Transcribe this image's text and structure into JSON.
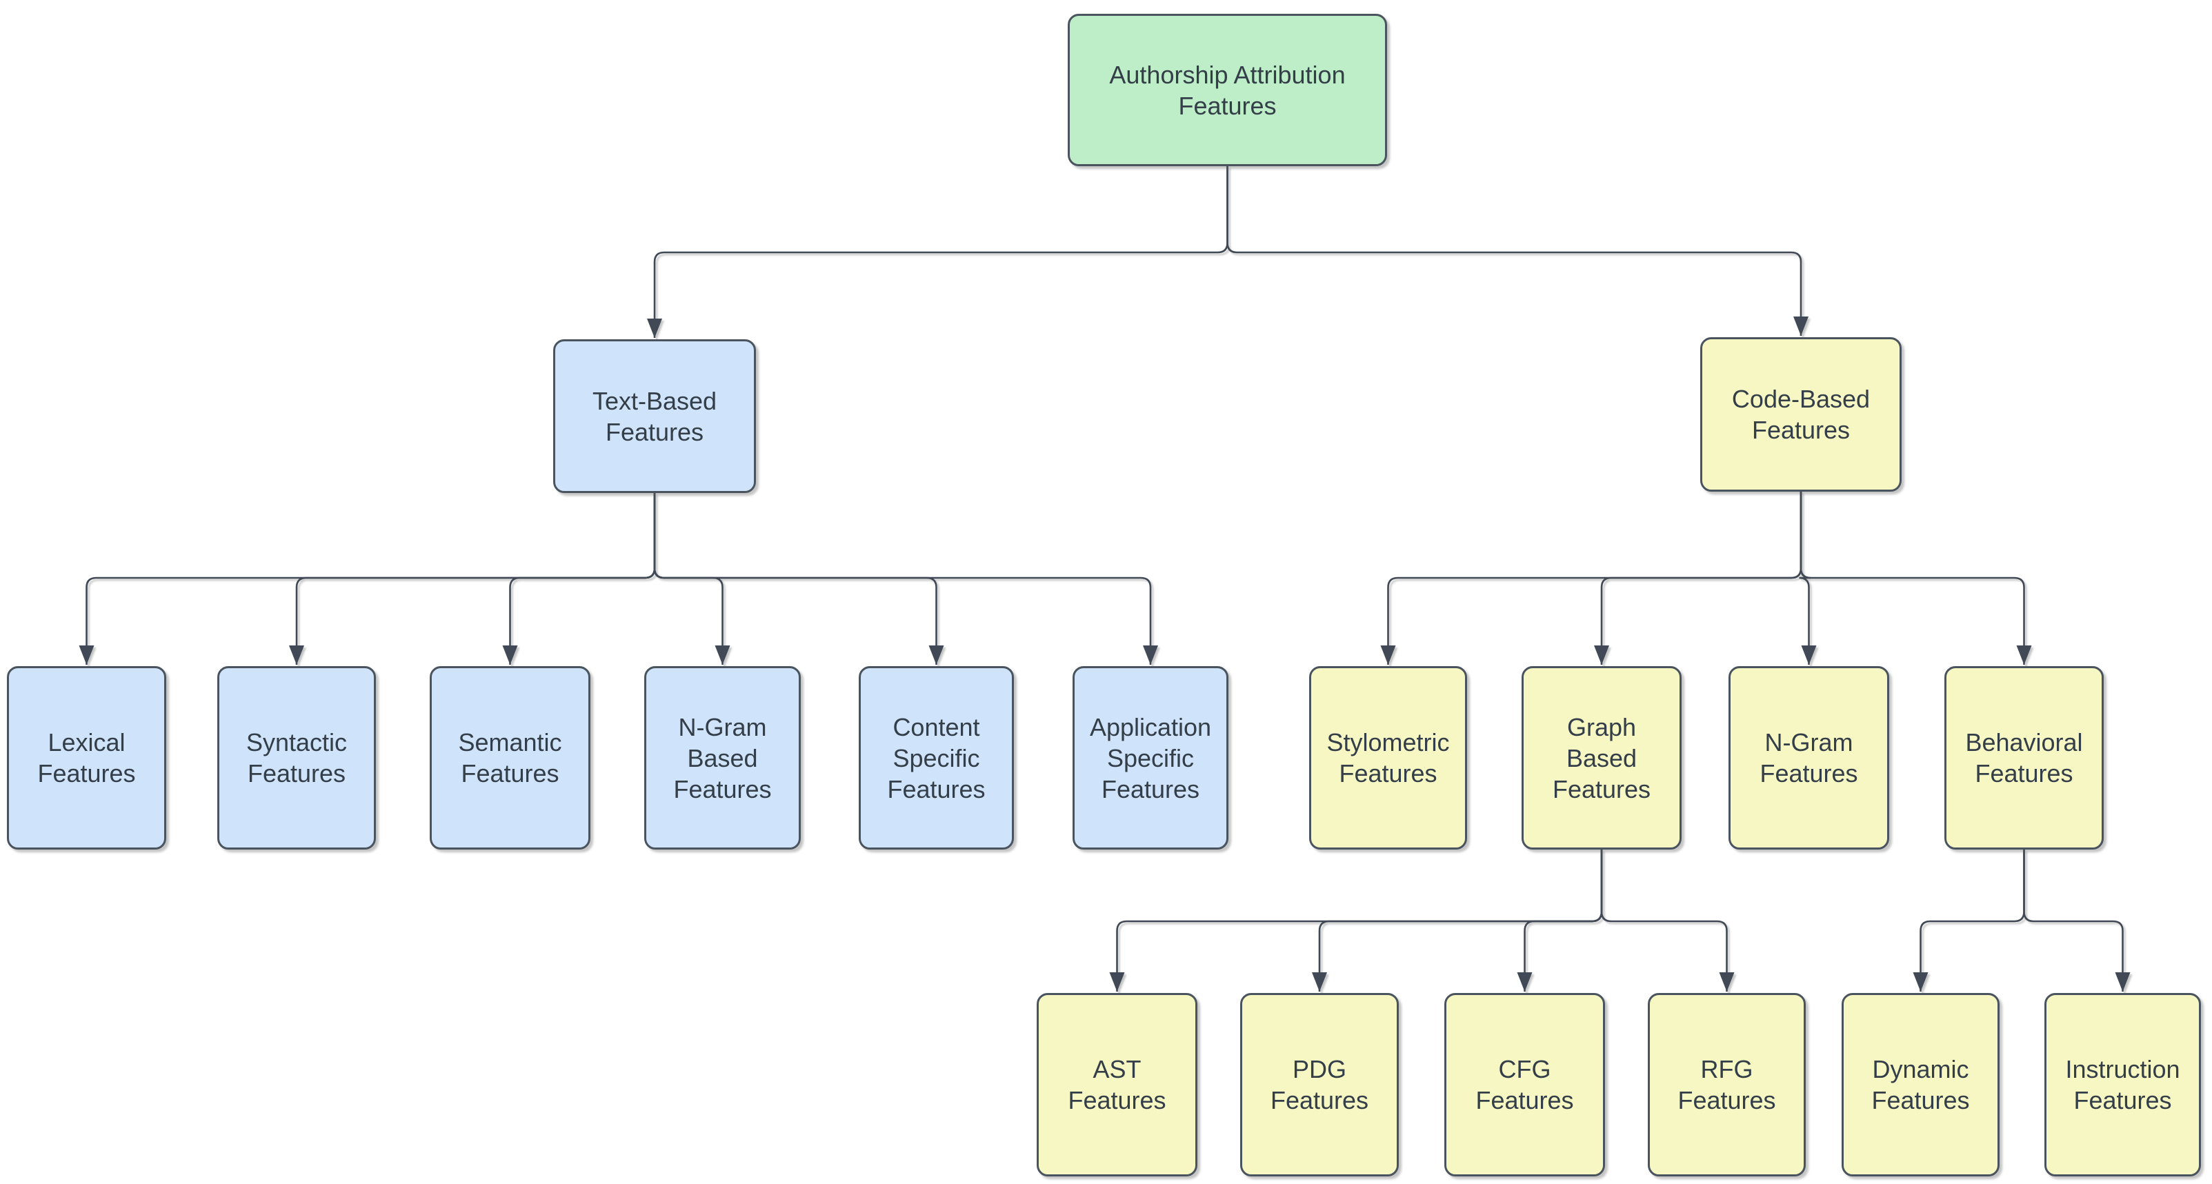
{
  "diagram": {
    "type": "tree-flowchart",
    "root_label": "Authorship Attribution Features",
    "colors": {
      "root_fill": "#beeec7",
      "text_branch_fill": "#cfe3fa",
      "code_branch_fill": "#f7f7c3",
      "node_border": "#4a545e",
      "connector": "#3f4a54",
      "text": "#333e48",
      "background": "#ffffff"
    },
    "nodes": [
      {
        "id": "root",
        "label": "Authorship Attribution\nFeatures",
        "fill": "root_fill"
      },
      {
        "id": "text_based",
        "label": "Text-Based\nFeatures",
        "fill": "text_branch_fill"
      },
      {
        "id": "code_based",
        "label": "Code-Based\nFeatures",
        "fill": "code_branch_fill"
      },
      {
        "id": "lexical",
        "label": "Lexical\nFeatures",
        "fill": "text_branch_fill"
      },
      {
        "id": "syntactic",
        "label": "Syntactic\nFeatures",
        "fill": "text_branch_fill"
      },
      {
        "id": "semantic",
        "label": "Semantic\nFeatures",
        "fill": "text_branch_fill"
      },
      {
        "id": "ngram_based",
        "label": "N-Gram\nBased\nFeatures",
        "fill": "text_branch_fill"
      },
      {
        "id": "content_specific",
        "label": "Content\nSpecific\nFeatures",
        "fill": "text_branch_fill"
      },
      {
        "id": "application_specific",
        "label": "Application\nSpecific\nFeatures",
        "fill": "text_branch_fill"
      },
      {
        "id": "stylometric",
        "label": "Stylometric\nFeatures",
        "fill": "code_branch_fill"
      },
      {
        "id": "graph_based",
        "label": "Graph\nBased\nFeatures",
        "fill": "code_branch_fill"
      },
      {
        "id": "ngram_code",
        "label": "N-Gram\nFeatures",
        "fill": "code_branch_fill"
      },
      {
        "id": "behavioral",
        "label": "Behavioral\nFeatures",
        "fill": "code_branch_fill"
      },
      {
        "id": "ast",
        "label": "AST\nFeatures",
        "fill": "code_branch_fill"
      },
      {
        "id": "pdg",
        "label": "PDG\nFeatures",
        "fill": "code_branch_fill"
      },
      {
        "id": "cfg",
        "label": "CFG\nFeatures",
        "fill": "code_branch_fill"
      },
      {
        "id": "rfg",
        "label": "RFG\nFeatures",
        "fill": "code_branch_fill"
      },
      {
        "id": "dynamic",
        "label": "Dynamic\nFeatures",
        "fill": "code_branch_fill"
      },
      {
        "id": "instruction",
        "label": "Instruction\nFeatures",
        "fill": "code_branch_fill"
      }
    ],
    "edges": [
      {
        "from": "root",
        "to": "text_based"
      },
      {
        "from": "root",
        "to": "code_based"
      },
      {
        "from": "text_based",
        "to": "lexical"
      },
      {
        "from": "text_based",
        "to": "syntactic"
      },
      {
        "from": "text_based",
        "to": "semantic"
      },
      {
        "from": "text_based",
        "to": "ngram_based"
      },
      {
        "from": "text_based",
        "to": "content_specific"
      },
      {
        "from": "text_based",
        "to": "application_specific"
      },
      {
        "from": "code_based",
        "to": "stylometric"
      },
      {
        "from": "code_based",
        "to": "graph_based"
      },
      {
        "from": "code_based",
        "to": "ngram_code"
      },
      {
        "from": "code_based",
        "to": "behavioral"
      },
      {
        "from": "graph_based",
        "to": "ast"
      },
      {
        "from": "graph_based",
        "to": "pdg"
      },
      {
        "from": "graph_based",
        "to": "cfg"
      },
      {
        "from": "graph_based",
        "to": "rfg"
      },
      {
        "from": "behavioral",
        "to": "dynamic"
      },
      {
        "from": "behavioral",
        "to": "instruction"
      }
    ]
  }
}
